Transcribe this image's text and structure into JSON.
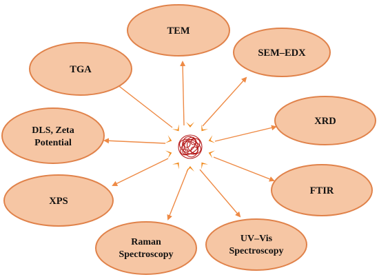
{
  "diagram": {
    "nodes": [
      {
        "id": "tem",
        "lines": [
          "TEM"
        ]
      },
      {
        "id": "sem-edx",
        "lines": [
          "SEM–EDX"
        ]
      },
      {
        "id": "xrd",
        "lines": [
          "XRD"
        ]
      },
      {
        "id": "ftir",
        "lines": [
          "FTIR"
        ]
      },
      {
        "id": "uv-vis",
        "lines": [
          "UV–Vis",
          "Spectroscopy"
        ]
      },
      {
        "id": "raman",
        "lines": [
          "Raman",
          "Spectroscopy"
        ]
      },
      {
        "id": "xps",
        "lines": [
          "XPS"
        ]
      },
      {
        "id": "dls-zeta",
        "lines": [
          "DLS, Zeta",
          "Potential"
        ]
      },
      {
        "id": "tga",
        "lines": [
          "TGA"
        ]
      }
    ],
    "center_icon": "nanoparticle-icon",
    "colors": {
      "node_fill": "#f6c6a4",
      "node_stroke": "#e0824a",
      "arrow": "#ee8a45",
      "chevron": "#f08a1c",
      "nanoparticle": "#b51818"
    }
  }
}
